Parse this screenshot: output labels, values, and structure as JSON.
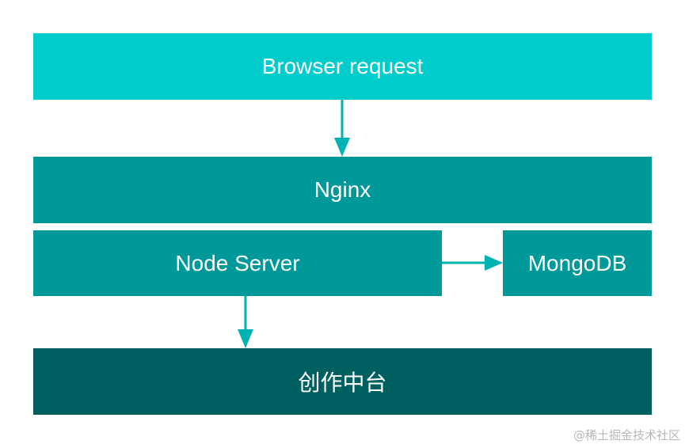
{
  "colors": {
    "browser_fill": "#00CCCC",
    "mid_fill": "#009999",
    "bottom_fill": "#006060",
    "arrow": "#00B3B3",
    "text": "#FFFFFF",
    "watermark": "#B8B8B8"
  },
  "nodes": {
    "browser": "Browser request",
    "nginx": "Nginx",
    "node_server": "Node Server",
    "mongodb": "MongoDB",
    "platform": "创作中台"
  },
  "edges": [
    {
      "from": "browser",
      "to": "nginx"
    },
    {
      "from": "node_server",
      "to": "mongodb"
    },
    {
      "from": "node_server",
      "to": "platform"
    }
  ],
  "watermark": "@稀土掘金技术社区"
}
